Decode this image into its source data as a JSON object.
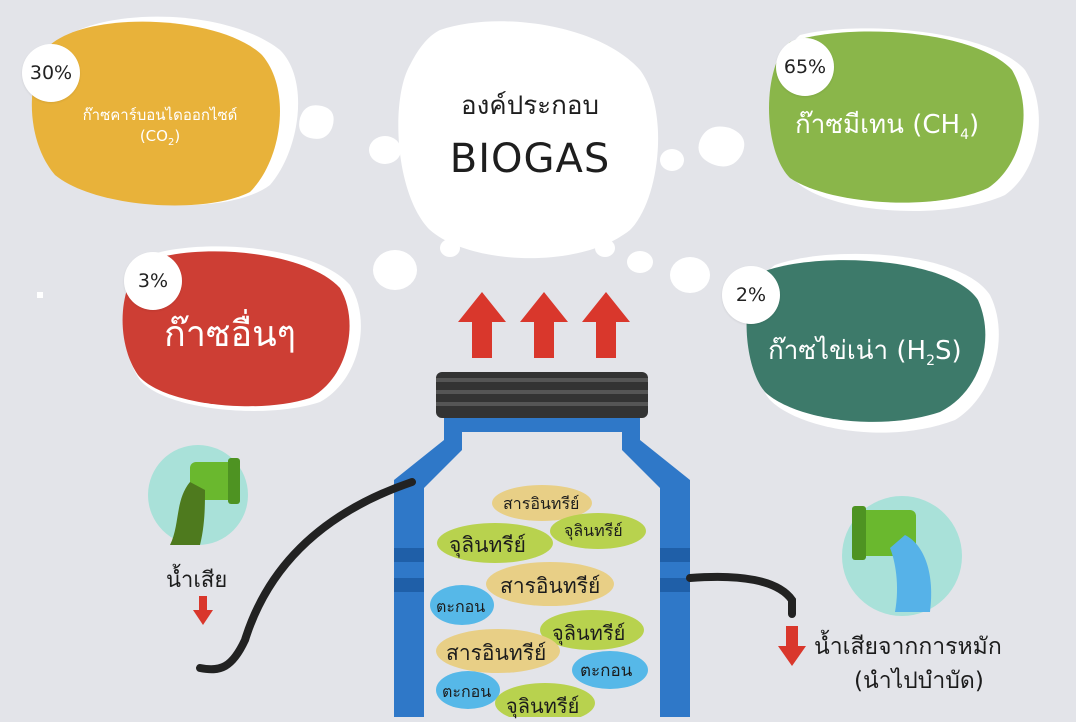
{
  "center": {
    "line1": "องค์ประกอบ",
    "line2": "BIOGAS"
  },
  "gases": [
    {
      "percent": "30%",
      "name": "ก๊าซคาร์บอนไดออกไซด์",
      "formula_main": "(CO",
      "formula_sub": "2",
      "formula_end": ")",
      "color": "#e8b23a"
    },
    {
      "percent": "65%",
      "name": "ก๊าซมีเทน",
      "formula_main": "(CH",
      "formula_sub": "4",
      "formula_end": ")",
      "color": "#8ab64a"
    },
    {
      "percent": "3%",
      "name": "ก๊าซอื่นๆ",
      "color": "#cd3e34"
    },
    {
      "percent": "2%",
      "name": "ก๊าซไข่เน่า",
      "formula_main": "(H",
      "formula_sub": "2",
      "formula_end": "S)",
      "color": "#3d7a6a"
    }
  ],
  "inlet": {
    "label": "น้ำเสีย"
  },
  "outlet": {
    "label_line1": "น้ำเสียจากการหมัก",
    "label_line2": "(นำไปบำบัด)"
  },
  "tank_contents": {
    "organic": "สารอินทรีย์",
    "microbe": "จุลินทรีย์",
    "sediment": "ตะกอน"
  },
  "colors": {
    "arrow": "#d9372c",
    "tank": "#2f78c8",
    "tank_dark": "#1f5fa8",
    "lid": "#333333",
    "organic_blob": "#e8cf86",
    "microbe_blob": "#b8d24e",
    "sediment_blob": "#56b8e8",
    "pipe_green": "#6ab82e",
    "water_blue": "#56b2e8",
    "icon_bg": "#a9e1d9"
  }
}
